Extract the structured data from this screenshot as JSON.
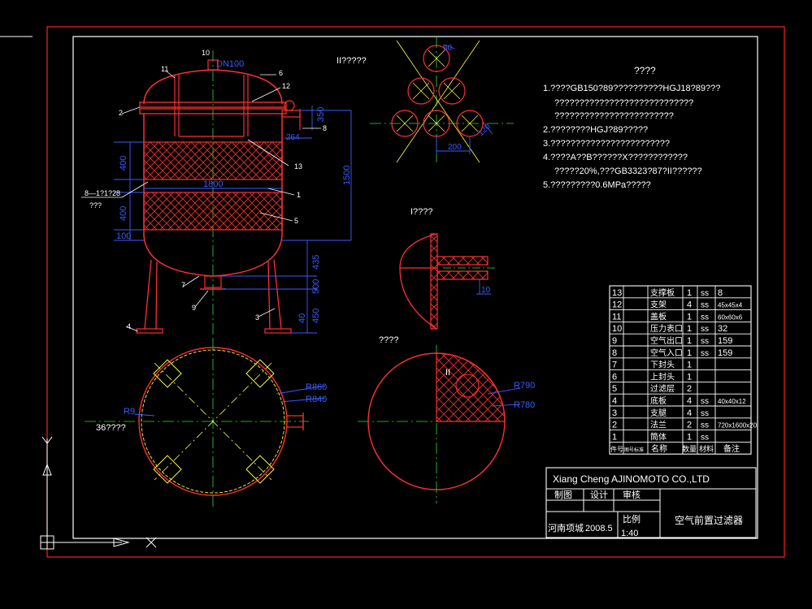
{
  "colors": {
    "background": "#000000",
    "frame_white": "#ffffff",
    "outer_red": "#ff2020",
    "dimension_blue": "#3a5cff",
    "centerline_green": "#33dd33",
    "hatch_red": "#ff3030",
    "yellow": "#ffff40"
  },
  "views": {
    "top_label": "II?????",
    "section_label": "I????",
    "bottom_label": "????",
    "angle_label": "36????",
    "ii_marker": "II"
  },
  "front_view": {
    "callouts": [
      "10",
      "11",
      "6",
      "12",
      "2",
      "8",
      "13",
      "1",
      "5",
      "7",
      "9",
      "3",
      "4"
    ],
    "dims": {
      "top_nozzle": "DN100",
      "d350": "350",
      "d264": "264",
      "d1500": "1500",
      "d400a": "400",
      "d400b": "400",
      "d1800": "1800",
      "d100": "100",
      "d435": "435",
      "d500": "500",
      "d450": "450",
      "d40": "40"
    },
    "hole_note": "8—1?1?28",
    "hole_note2": "???"
  },
  "top_pattern": {
    "d60": "60",
    "d200": "200",
    "d120": "120"
  },
  "section_view": {
    "d10": "10"
  },
  "plan_view": {
    "r860": "R860",
    "r840": "R840",
    "r9": "R9"
  },
  "ii_view": {
    "r790": "R790",
    "r780": "R780"
  },
  "notes": {
    "title": "????",
    "lines": [
      "1.????GB150?89??????????HGJ18?89???",
      "????????????????????????????",
      "????????????????????????",
      "2.????????HGJ?89?????",
      "3.????????????????????????",
      "4.????A??B??????X????????????",
      "?????20%,???GB3323?87?II??????",
      "5.?????????0.6MPa?????"
    ]
  },
  "parts_table": {
    "rows": [
      {
        "no": "13",
        "name": "支撑板",
        "qty": "1",
        "mat": "ss",
        "note": "8"
      },
      {
        "no": "12",
        "name": "支架",
        "qty": "4",
        "mat": "ss",
        "note": "45x45x4"
      },
      {
        "no": "11",
        "name": "盖板",
        "qty": "1",
        "mat": "ss",
        "note": "60x60x6"
      },
      {
        "no": "10",
        "name": "压力表口",
        "qty": "1",
        "mat": "ss",
        "note": "32"
      },
      {
        "no": "9",
        "name": "空气出口",
        "qty": "1",
        "mat": "ss",
        "note": "159"
      },
      {
        "no": "8",
        "name": "空气入口",
        "qty": "1",
        "mat": "ss",
        "note": "159"
      },
      {
        "no": "7",
        "name": "下封头",
        "qty": "1",
        "mat": "",
        "note": ""
      },
      {
        "no": "6",
        "name": "上封头",
        "qty": "1",
        "mat": "",
        "note": ""
      },
      {
        "no": "5",
        "name": "过滤层",
        "qty": "2",
        "mat": "",
        "note": ""
      },
      {
        "no": "4",
        "name": "底板",
        "qty": "4",
        "mat": "ss",
        "note": "40x40x12"
      },
      {
        "no": "3",
        "name": "支腿",
        "qty": "4",
        "mat": "ss",
        "note": ""
      },
      {
        "no": "2",
        "name": "法兰",
        "qty": "2",
        "mat": "ss",
        "note": "720x1600x20"
      },
      {
        "no": "1",
        "name": "筒体",
        "qty": "1",
        "mat": "ss",
        "note": ""
      }
    ],
    "header": {
      "no": "件号",
      "code": "图号标准",
      "name": "名称",
      "qty": "数量",
      "mat": "材料",
      "note": "备注"
    }
  },
  "title_block": {
    "company": "Xiang Cheng AJINOMOTO CO.,LTD",
    "drawn": "制图",
    "design": "设计",
    "review": "审核",
    "location": "河南项城",
    "date": "2008.5",
    "scale_label": "比例",
    "scale_value": "1:40",
    "drawing_title": "空气前置过滤器"
  },
  "ucs": {
    "y_label": "Y",
    "x_label": "X"
  }
}
